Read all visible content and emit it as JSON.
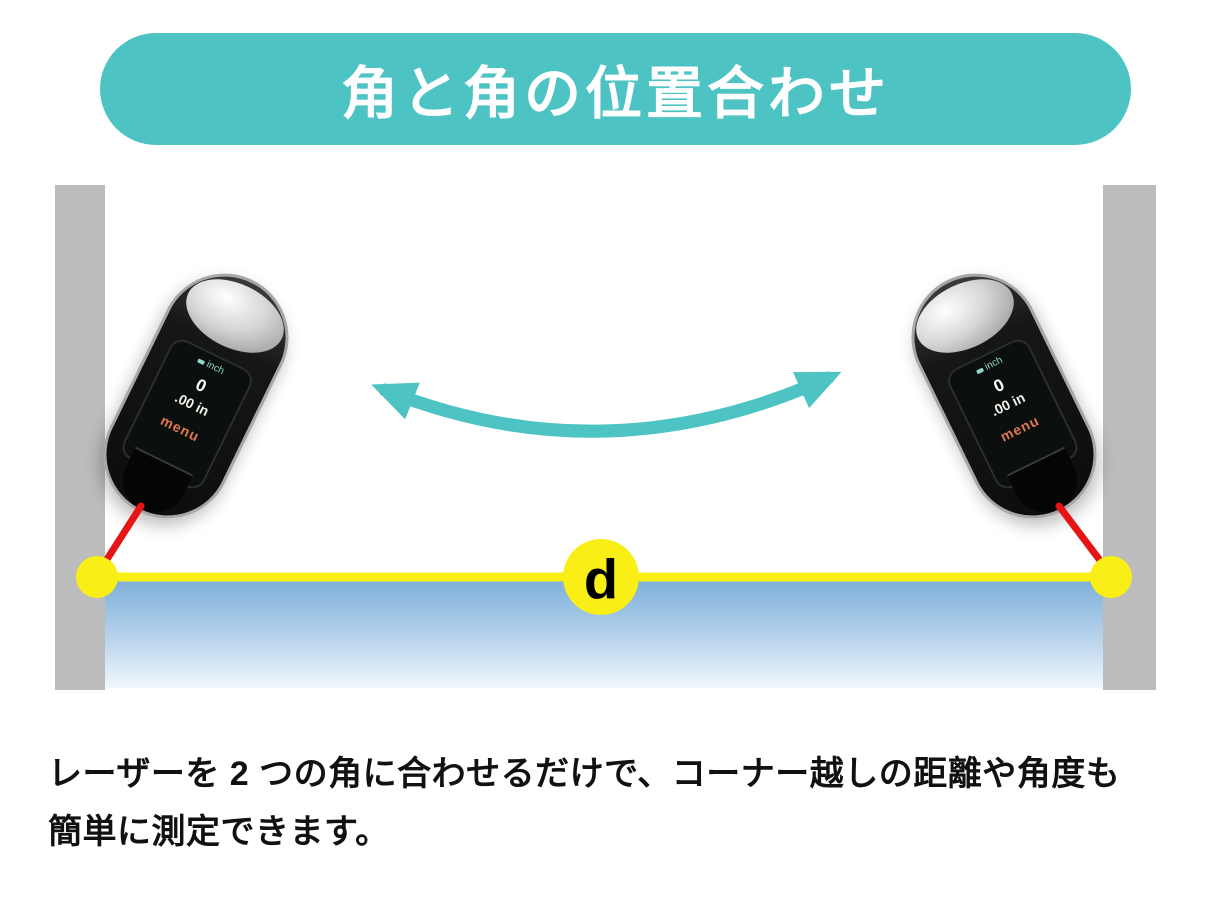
{
  "banner": {
    "title": "角と角の位置合わせ"
  },
  "scene": {
    "distance_label": "d",
    "device_screen": {
      "status": "inch",
      "dial": "0",
      "reading": ".00 in",
      "menu": "menu"
    },
    "colors": {
      "teal": "#4ec3c3",
      "yellow": "#f9ee15",
      "laser_red": "#e61414",
      "wall_gray": "#bcbcbc",
      "floor_blue": "#7fb0da"
    }
  },
  "caption": {
    "line1": "レーザーを 2 つの角に合わせるだけで、コーナー越しの距離や角度も",
    "line2": "簡単に測定できます。"
  }
}
